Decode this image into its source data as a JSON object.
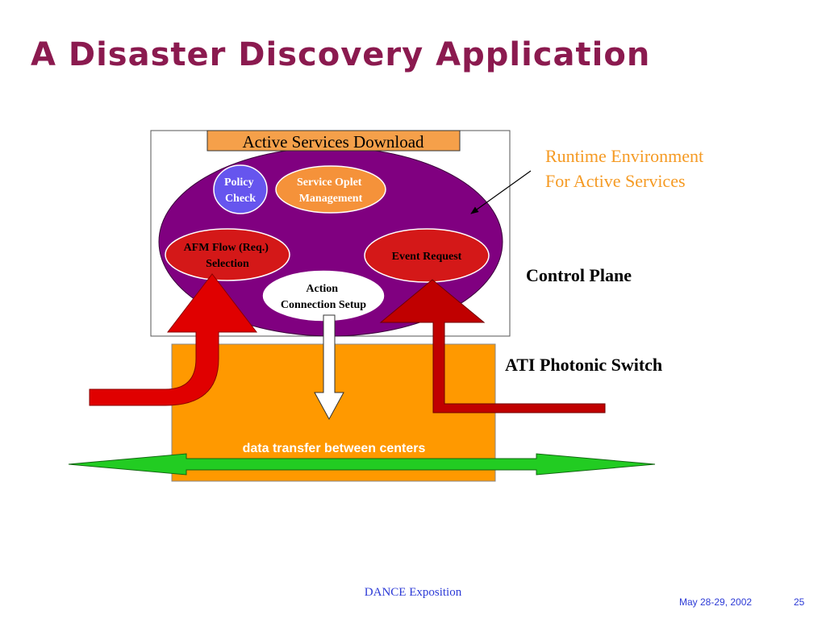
{
  "slide": {
    "title": "A Disaster Discovery Application"
  },
  "diagram": {
    "download_label": "Active Services Download",
    "policy_check": [
      "Policy",
      "Check"
    ],
    "service_oplet": [
      "Service Oplet",
      "Management"
    ],
    "afm_flow": [
      "AFM Flow (Req.)",
      "Selection"
    ],
    "event_request": "Event Request",
    "action_setup": [
      "Action",
      "Connection Setup"
    ],
    "data_transfer": "data transfer between centers",
    "runtime_line1": "Runtime Environment",
    "runtime_line2": "For Active Services",
    "control_plane": "Control Plane",
    "ati_switch": "ATI Photonic Switch"
  },
  "footer": {
    "center": "DANCE Exposition",
    "date": "May 28-29,  2002",
    "page": "25"
  },
  "colors": {
    "title": "#8b1a4f",
    "runtime_ellipse": "#800080",
    "switch_box": "#ff9900",
    "download_box": "#f5a04a",
    "policy_circle": "#6655ee",
    "oplet_ellipse": "#f5923a",
    "red_ellipse": "#d41818",
    "red_arrow": "#e00000",
    "dark_red_arrow": "#c00000",
    "green_arrow": "#22cc22",
    "runtime_text": "#f59a23",
    "footer_text": "#2c3ad6"
  }
}
